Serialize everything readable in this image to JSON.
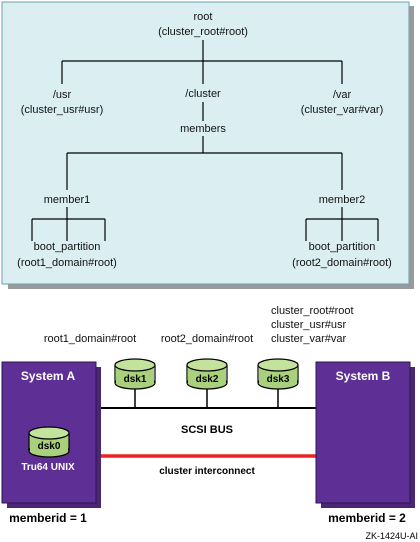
{
  "tree": {
    "root": {
      "name": "root",
      "domain": "(cluster_root#root)"
    },
    "usr": {
      "name": "/usr",
      "domain": "(cluster_usr#usr)"
    },
    "cluster": {
      "name": "/cluster"
    },
    "var": {
      "name": "/var",
      "domain": "(cluster_var#var)"
    },
    "members": "members",
    "member1": "member1",
    "member2": "member2",
    "boot1": {
      "name": "boot_partition",
      "domain": "(root1_domain#root)"
    },
    "boot2": {
      "name": "boot_partition",
      "domain": "(root2_domain#root)"
    }
  },
  "hardware": {
    "system_a": {
      "title": "System A",
      "os": "Tru64 UNIX",
      "memberid": "memberid = 1"
    },
    "system_b": {
      "title": "System B",
      "memberid": "memberid = 2"
    },
    "disks": {
      "dsk0": "dsk0",
      "dsk1": "dsk1",
      "dsk2": "dsk2",
      "dsk3": "dsk3"
    },
    "disk_labels": {
      "dsk1": "root1_domain#root",
      "dsk2": "root2_domain#root",
      "dsk3": [
        "cluster_root#root",
        "cluster_usr#usr",
        "cluster_var#var"
      ]
    },
    "bus_label": "SCSI BUS",
    "interconnect_label": "cluster interconnect"
  },
  "figure_id": "ZK-1424U-AI",
  "colors": {
    "panel_fill": "#dbeff3",
    "panel_border": "#6aa3b3",
    "panel_shadow": "#999999",
    "system_fill": "#5e2f94",
    "disk_fill": "#a9d17c",
    "interconnect": "#ee2222"
  }
}
